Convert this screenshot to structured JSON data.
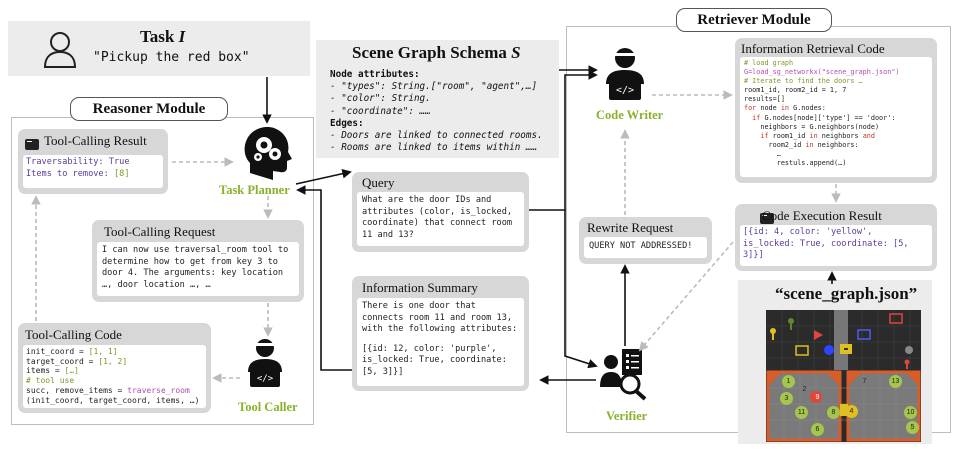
{
  "task": {
    "title": "Task",
    "symbol": "I",
    "text": "\"Pickup the red box\""
  },
  "schema": {
    "title": "Scene Graph Schema",
    "symbol": "S",
    "node_attrs_label": "Node attributes:",
    "lines": [
      "- \"types\": String.[\"room\", \"agent\",…]",
      "- \"color\": String.",
      "- \"coordinate\": ……"
    ],
    "edges_label": "Edges:",
    "edge_lines": [
      "- Doors are linked to connected rooms.",
      "- Rooms are linked to items within ……"
    ]
  },
  "reasoner": {
    "title": "Reasoner Module",
    "result": {
      "title": "Tool-Calling Result",
      "line1_key": "Traversability: ",
      "line1_val": "True",
      "line2_key": "Items to remove: ",
      "line2_val": "[8]"
    },
    "request": {
      "title": "Tool-Calling Request",
      "text": "I can now use traversal_room tool to determine how to get from key 3 to door 4. The arguments: key location …, door location …, …"
    },
    "code": {
      "title": "Tool-Calling Code",
      "l1a": "init_coord = ",
      "l1b": "[1, 1]",
      "l2a": "target_coord = ",
      "l2b": "[1, 2]",
      "l3a": "items = ",
      "l3b": "[…]",
      "l4": "# tool use",
      "l5a": "succ, remove_items = ",
      "l5b": "traverse_room",
      "l6": "(init_coord, target_coord, items, …)"
    },
    "planner_label": "Task Planner",
    "caller_label": "Tool Caller"
  },
  "query": {
    "title": "Query",
    "text": "What are the door IDs and attributes (color, is_locked, coordinate) that connect room 11 and 13?"
  },
  "summary": {
    "title": "Information Summary",
    "text": "There is one door that connects room 11 and room 13, with the following attributes:",
    "data": "[{id: 12, color: 'purple', is_locked: True, coordinate: [5, 3]}]"
  },
  "retriever": {
    "title": "Retriever Module",
    "writer_label": "Code Writer",
    "verifier_label": "Verifier",
    "rewrite": {
      "title": "Rewrite Request",
      "text": "QUERY NOT ADDRESSED!"
    },
    "retrieval_code": {
      "title": "Information Retrieval Code",
      "c1": "# load graph",
      "c2": "G=load_sg_networkx(\"scene_graph.json\")",
      "c3": "# Iterate to find the doors …",
      "c4": "room1_id, room2_id = 1, 7",
      "c5": "results=[]",
      "c6a": "for",
      "c6b": " node ",
      "c6c": "in",
      "c6d": " G.nodes:",
      "c7a": "  if",
      "c7b": " G.nodes[node]['type'] == 'door':",
      "c8": "    neighbors = G.neighbors(node)",
      "c9a": "    if",
      "c9b": " room1_id ",
      "c9c": "in",
      "c9d": " neighbors ",
      "c9e": "and",
      "c10a": "      room2_id ",
      "c10b": "in",
      "c10c": " neighbors:",
      "c11": "        …",
      "c12": "        restuls.append(…)"
    },
    "exec_result": {
      "title": "Code Execution Result",
      "line1": "[{id: 4, color: 'yellow',",
      "line2": "is_locked: True, coordinate: [5,",
      "line3": "3]}]"
    }
  },
  "scene_graph": {
    "title": "“scene_graph.json”",
    "numbers": [
      "1",
      "2",
      "3",
      "4",
      "5",
      "6",
      "7",
      "8",
      "9",
      "10",
      "11",
      "13"
    ]
  },
  "colors": {
    "accent_green": "#88b22a",
    "panel_gray": "#d7d7d7",
    "code_purple": "#5b3c9e",
    "keyword_red": "#c0392b"
  }
}
